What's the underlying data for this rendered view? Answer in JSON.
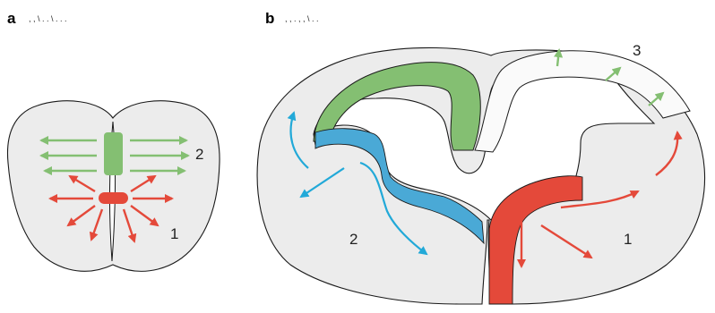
{
  "panel_a": {
    "letter": "a",
    "caption": ", , \\ . . \\ . . .",
    "region_labels": [
      "1",
      "2"
    ]
  },
  "panel_b": {
    "letter": "b",
    "caption": ", , . , , \\ . .",
    "region_labels": [
      "1",
      "2",
      "3"
    ]
  },
  "colors": {
    "green": "#84bf72",
    "red": "#e4493a",
    "blue": "#22a9d8",
    "tissue": "#ececec",
    "outline": "#1a1a1a"
  }
}
